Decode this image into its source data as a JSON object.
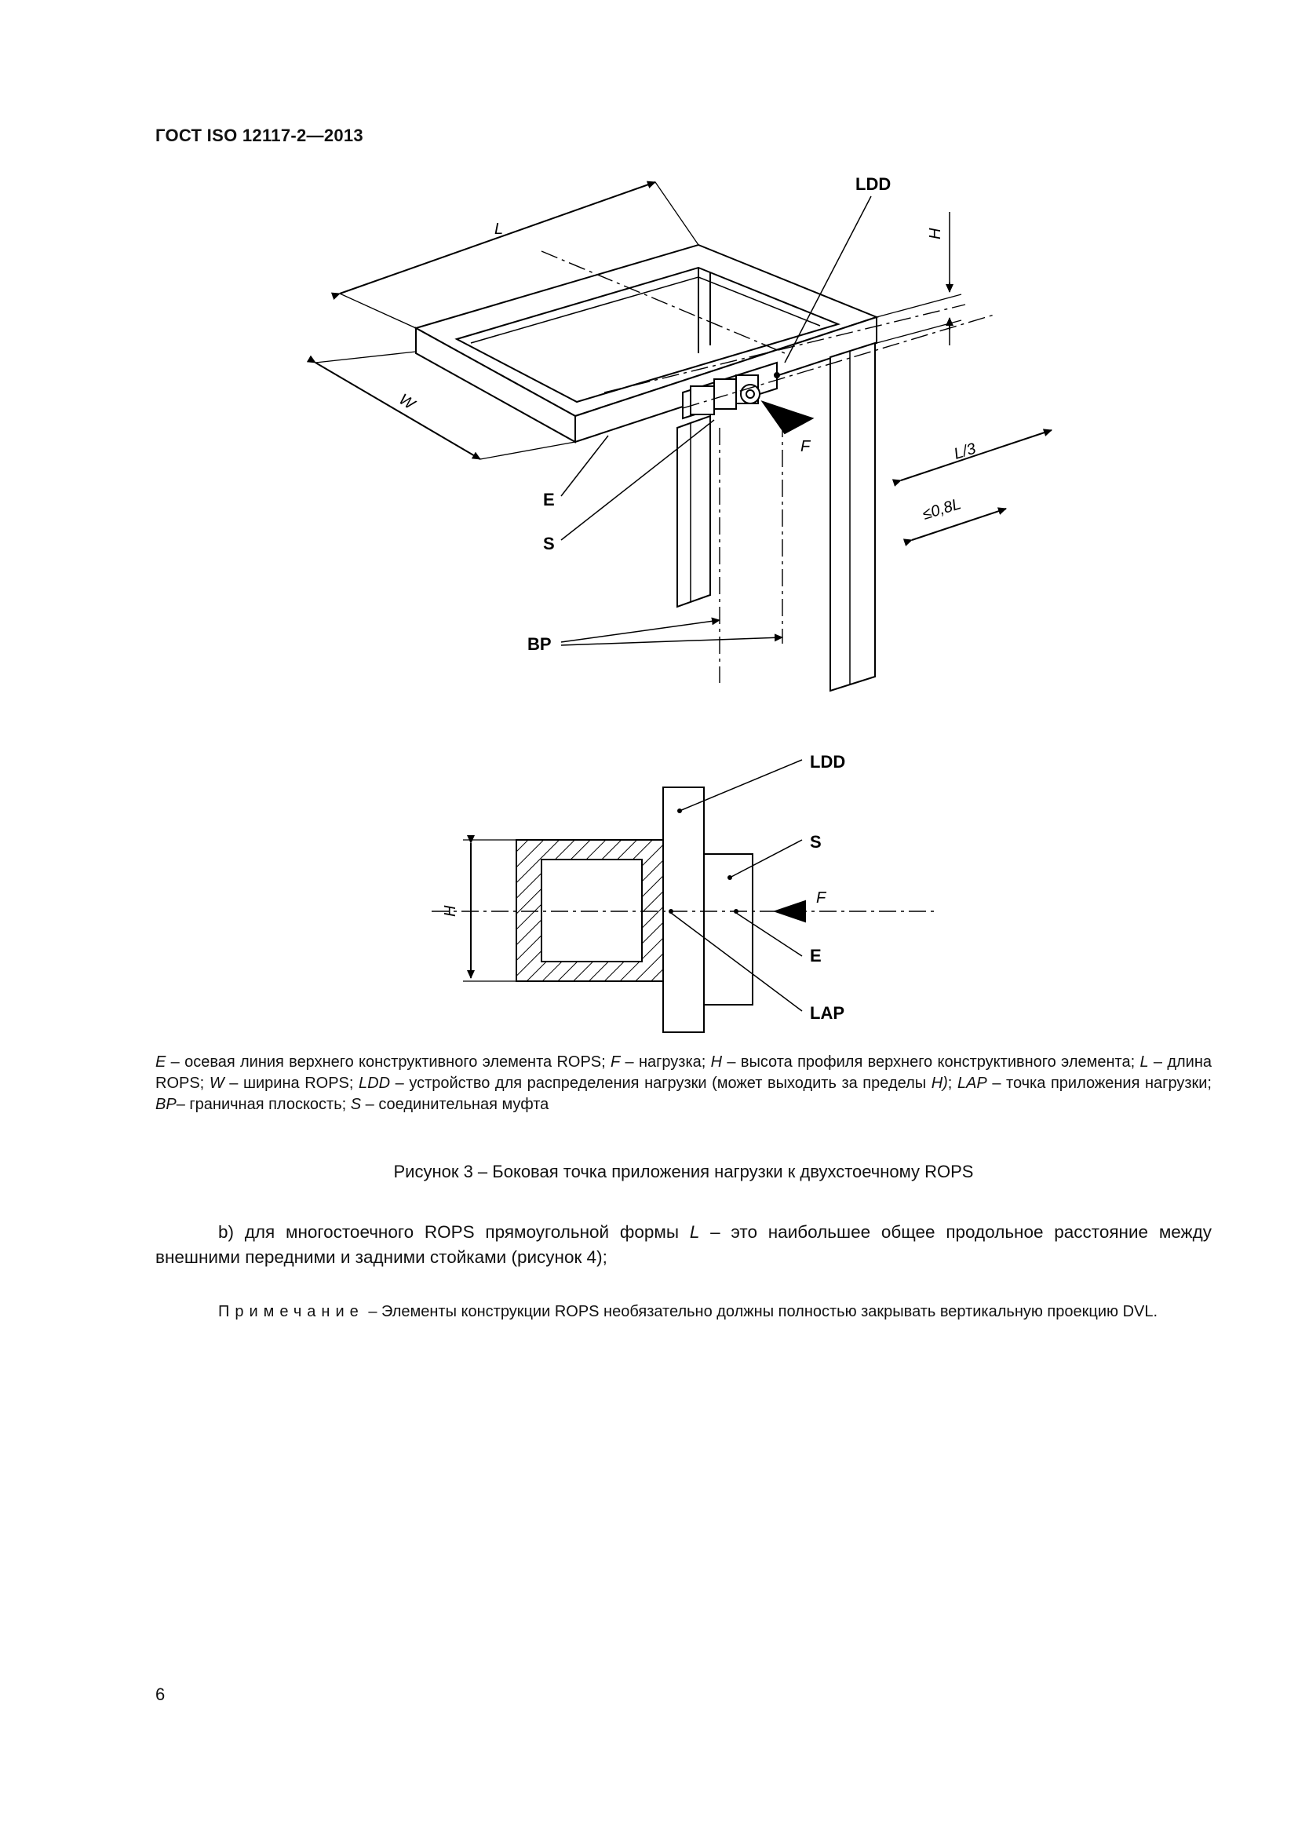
{
  "header": {
    "title": "ГОСТ ISO 12117-2—2013"
  },
  "figure": {
    "top_labels": {
      "L": "L",
      "W": "W",
      "H": "H",
      "LDD": "LDD",
      "F": "F",
      "L3": "L/3",
      "L08": "≤0,8L",
      "E": "E",
      "S": "S",
      "BP": "BP"
    },
    "bottom_labels": {
      "LDD": "LDD",
      "S": "S",
      "F": "F",
      "E": "E",
      "LAP": "LAP",
      "H": "H"
    }
  },
  "legend": {
    "e1": "E",
    "t1": " – осевая линия верхнего конструктивного элемента ROPS; ",
    "e2": "F",
    "t2": " – нагрузка; ",
    "e3": "H",
    "t3": " – высота профиля верхнего конструктивного элемента; ",
    "e4": "L",
    "t4": " – длина ROPS; ",
    "e5": "W",
    "t5": " – ширина ROPS; ",
    "e6": "LDD",
    "t6": " – устройство для распределения нагрузки (может выходить за пределы ",
    "e7": "H)",
    "t7": "; ",
    "e8": "LAP",
    "t8": " – точка приложения нагрузки; ",
    "e9": "BP",
    "t9": "– граничная плоскость; ",
    "e10": "S",
    "t10": " – соединительная муфта"
  },
  "caption": "Рисунок 3 – Боковая точка приложения нагрузки к двухстоечному ROPS",
  "paragraph_b": {
    "start": "b) для многостоечного ROPS прямоугольной формы ",
    "var": "L",
    "end": " – это наибольшее общее продольное расстояние между внешними передними и задними стойками (рисунок 4);"
  },
  "note": {
    "label": "Примечание",
    "text": " – Элементы конструкции ROPS необязательно должны полностью закрывать вертикальную проекцию DVL."
  },
  "page_number": "6"
}
